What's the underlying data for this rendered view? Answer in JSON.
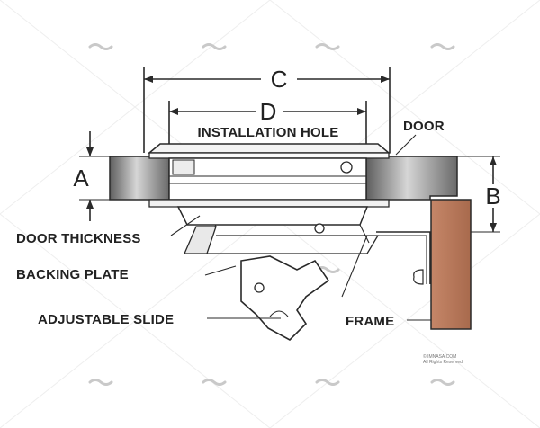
{
  "labels": {
    "c": "C",
    "d": "D",
    "a": "A",
    "b": "B",
    "installation_hole": "INSTALLATION HOLE",
    "door": "DOOR",
    "door_thickness": "DOOR THICKNESS",
    "backing_plate": "BACKING PLATE",
    "adjustable_slide": "ADJUSTABLE SLIDE",
    "frame": "FRAME"
  },
  "logo": {
    "name": "© IMNASA.COM",
    "rights": "All Rights Reserved"
  },
  "colors": {
    "frame_wood": "#b9785a",
    "door_metal": "#7f7f7f",
    "line": "#2a2a2a"
  }
}
